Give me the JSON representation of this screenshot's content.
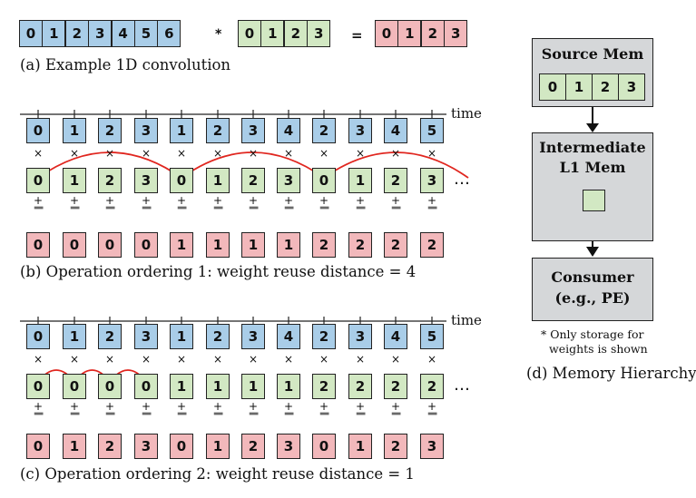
{
  "panel_a": {
    "input": [
      "0",
      "1",
      "2",
      "3",
      "4",
      "5",
      "6"
    ],
    "star": "*",
    "weights": [
      "0",
      "1",
      "2",
      "3"
    ],
    "equals": "=",
    "output": [
      "0",
      "1",
      "2",
      "3"
    ],
    "caption": "(a) Example 1D convolution"
  },
  "panel_b": {
    "time_label": "time",
    "inputs": [
      "0",
      "1",
      "2",
      "3",
      "1",
      "2",
      "3",
      "4",
      "2",
      "3",
      "4",
      "5"
    ],
    "weights": [
      "0",
      "1",
      "2",
      "3",
      "0",
      "1",
      "2",
      "3",
      "0",
      "1",
      "2",
      "3"
    ],
    "outputs": [
      "0",
      "0",
      "0",
      "0",
      "1",
      "1",
      "1",
      "1",
      "2",
      "2",
      "2",
      "2"
    ],
    "ellipsis": "…",
    "mul": "×",
    "plus_eq": "+",
    "caption": "(b) Operation ordering 1: weight reuse distance = 4"
  },
  "panel_c": {
    "time_label": "time",
    "inputs": [
      "0",
      "1",
      "2",
      "3",
      "1",
      "2",
      "3",
      "4",
      "2",
      "3",
      "4",
      "5"
    ],
    "weights": [
      "0",
      "0",
      "0",
      "0",
      "1",
      "1",
      "1",
      "1",
      "2",
      "2",
      "2",
      "2"
    ],
    "outputs": [
      "0",
      "1",
      "2",
      "3",
      "0",
      "1",
      "2",
      "3",
      "0",
      "1",
      "2",
      "3"
    ],
    "ellipsis": "…",
    "mul": "×",
    "plus_eq": "+",
    "caption": "(c) Operation ordering 2: weight reuse distance = 1"
  },
  "panel_d": {
    "source_title": "Source Mem",
    "source_weights": [
      "0",
      "1",
      "2",
      "3"
    ],
    "l1_title_line1": "Intermediate",
    "l1_title_line2": "L1 Mem",
    "consumer_line1": "Consumer",
    "consumer_line2": "(e.g., PE)",
    "note_line1": "* Only storage for",
    "note_line2": "weights is shown",
    "caption": "(d) Memory Hierarchy"
  },
  "colors": {
    "input": "#a9cde8",
    "weight": "#d2e8c3",
    "output": "#f2b8bb",
    "arc": "#e0261f",
    "memory": "#d5d7d9"
  }
}
